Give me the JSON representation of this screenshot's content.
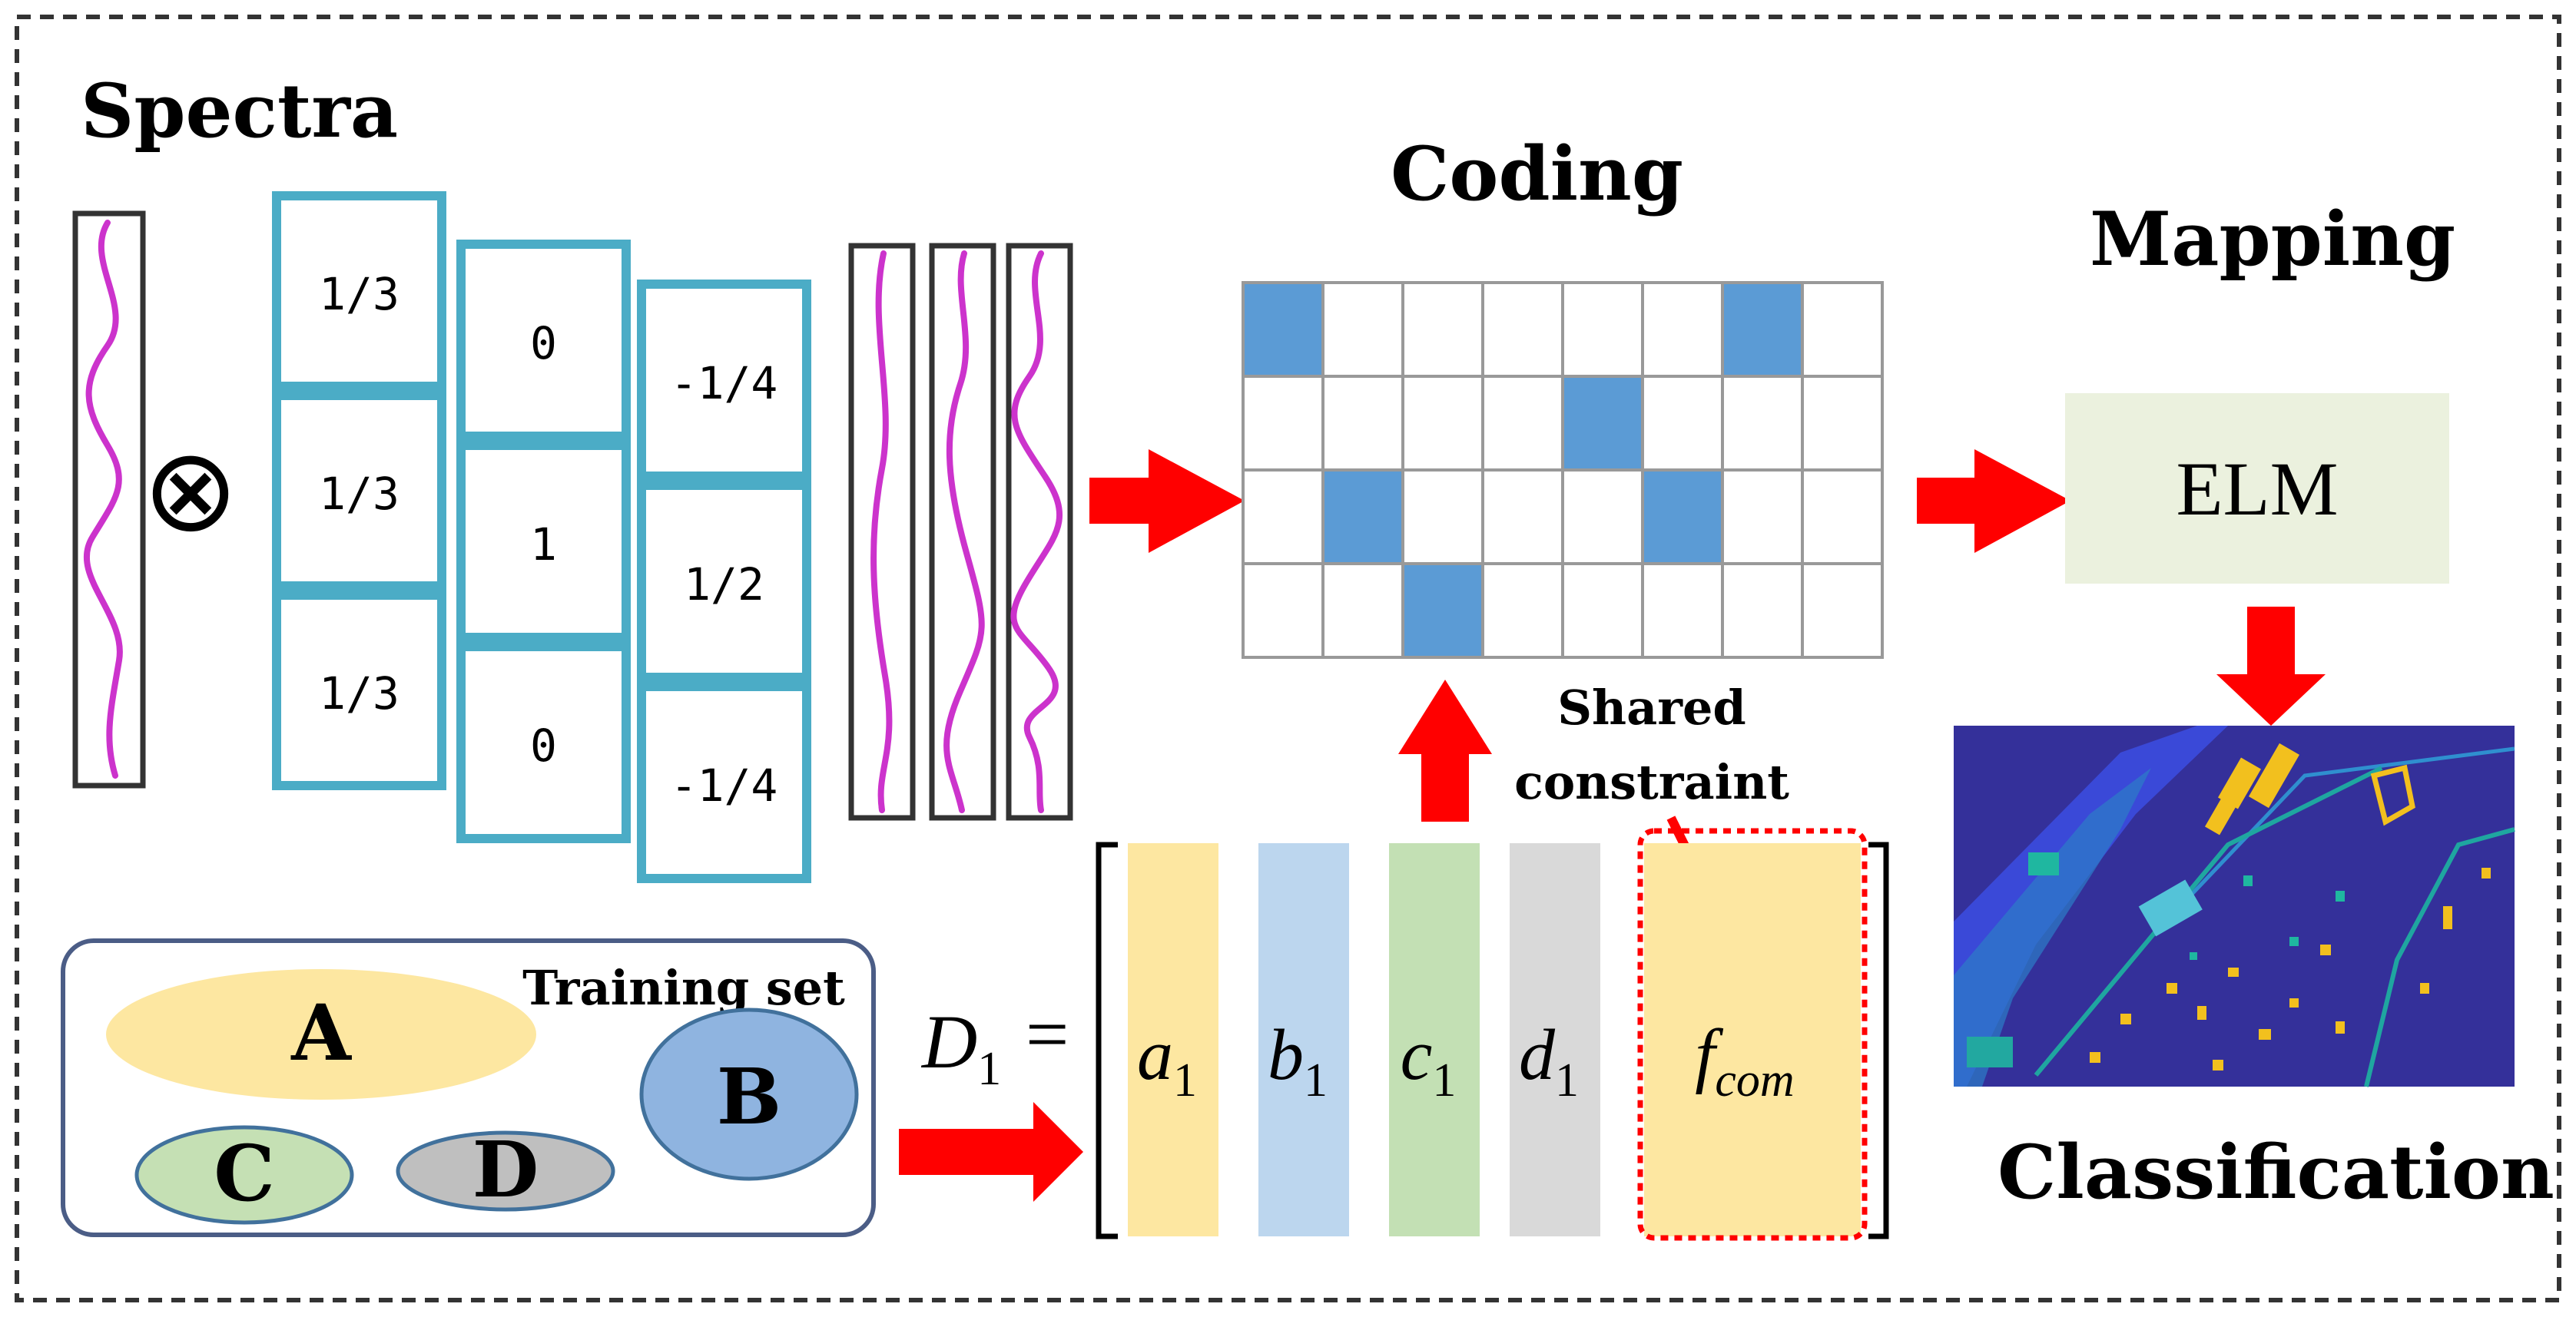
{
  "labels": {
    "spectra": "Spectra",
    "coding": "Coding",
    "mapping": "Mapping",
    "classification": "Classification",
    "elm": "ELM",
    "shared_line1": "Shared",
    "shared_line2": "constraint",
    "training_set": "Training set",
    "operator": "⊗"
  },
  "filters": [
    [
      "1/3",
      "1/3",
      "1/3"
    ],
    [
      "0",
      "1",
      "0"
    ],
    [
      "-1/4",
      "1/2",
      "-1/4"
    ]
  ],
  "training_classes": [
    "A",
    "B",
    "C",
    "D"
  ],
  "dictionary": {
    "lhs_base": "D",
    "lhs_sub": "1",
    "equals": "=",
    "atoms": [
      {
        "base": "a",
        "sub": "1",
        "color": "#fde7a1"
      },
      {
        "base": "b",
        "sub": "1",
        "color": "#bcd6ee"
      },
      {
        "base": "c",
        "sub": "1",
        "color": "#c3e0b4"
      },
      {
        "base": "d",
        "sub": "1",
        "color": "#d9d9d9"
      },
      {
        "base": "f",
        "sub": "com",
        "color": "#fde7a1"
      }
    ]
  },
  "coding_grid": {
    "rows": 4,
    "cols": 8,
    "filled": [
      [
        0,
        0
      ],
      [
        0,
        6
      ],
      [
        1,
        4
      ],
      [
        2,
        1
      ],
      [
        2,
        5
      ],
      [
        3,
        2
      ]
    ],
    "fill_color": "#5b9bd5"
  },
  "colors": {
    "arrow": "#ff0000",
    "filter_border": "#4bacc6",
    "spectrum": "#cc33cc",
    "elm_box": "#ebf1de",
    "class_a": "#fde7a1",
    "class_b": "#8fb4e0",
    "class_c": "#c5e0b4",
    "class_d": "#bfbfbf"
  }
}
